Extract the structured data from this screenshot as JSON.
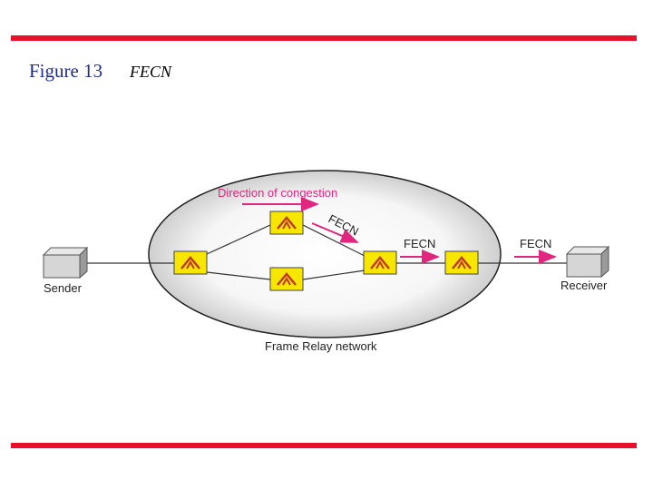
{
  "header": {
    "figure_number": "Figure 13",
    "figure_caption": "FECN"
  },
  "diagram": {
    "network_label": "Frame Relay network",
    "congestion_label": "Direction of congestion",
    "fecn_diagonal": "FECN",
    "fecn_middle": "FECN",
    "fecn_right": "FECN",
    "sender_label": "Sender",
    "receiver_label": "Receiver"
  },
  "colors": {
    "accent_red": "#e8102a",
    "title_blue": "#1f2b8f",
    "switch_yellow": "#f7e600",
    "arrow_pink": "#e0267e"
  }
}
